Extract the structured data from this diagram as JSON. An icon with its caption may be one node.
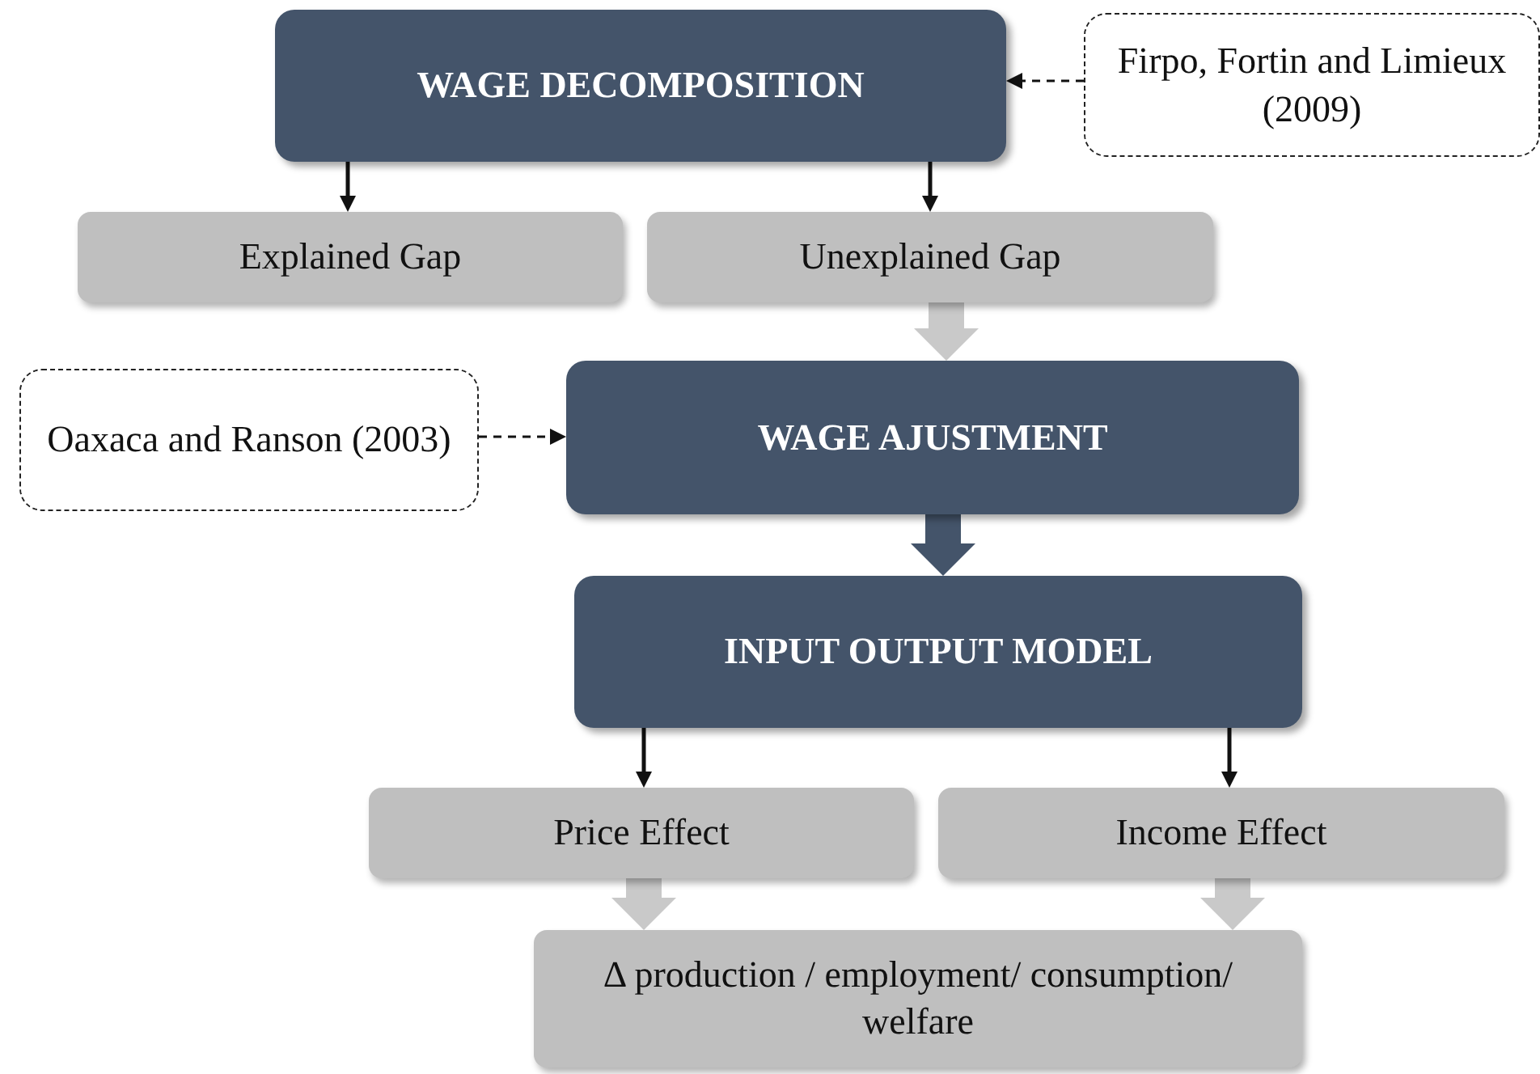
{
  "diagram": {
    "nodes": [
      {
        "text": [
          "WAGE DECOMPOSITION"
        ]
      },
      {
        "text": [
          "Firpo, Fortin and Limieux (2009)"
        ]
      },
      {
        "text": [
          "Explained Gap"
        ]
      },
      {
        "text": [
          "Unexplained Gap"
        ]
      },
      {
        "text": [
          "Oaxaca and Ranson (2003)"
        ]
      },
      {
        "text": [
          "WAGE AJUSTMENT"
        ]
      },
      {
        "text": [
          "INPUT OUTPUT MODEL"
        ]
      },
      {
        "text": [
          "Price Effect"
        ]
      },
      {
        "text": [
          "Income Effect"
        ]
      },
      {
        "text": [
          "Δ production / employment/ consumption/ welfare"
        ]
      }
    ],
    "edges": [
      {
        "from": 1,
        "to": 0,
        "arrow": "to",
        "style": "dashed"
      },
      {
        "from": 0,
        "to": 2,
        "arrow": "to"
      },
      {
        "from": 0,
        "to": 3,
        "arrow": "to"
      },
      {
        "from": 3,
        "to": 5,
        "arrow": "to",
        "style": "thick",
        "color": "#c9c9c9"
      },
      {
        "from": 4,
        "to": 5,
        "arrow": "to",
        "style": "dashed"
      },
      {
        "from": 5,
        "to": 6,
        "arrow": "to",
        "style": "thick",
        "color": "#44546a"
      },
      {
        "from": 6,
        "to": 7,
        "arrow": "to"
      },
      {
        "from": 6,
        "to": 8,
        "arrow": "to"
      },
      {
        "from": 7,
        "to": 9,
        "arrow": "to",
        "style": "thick",
        "color": "#c9c9c9"
      },
      {
        "from": 8,
        "to": 9,
        "arrow": "to",
        "style": "thick",
        "color": "#c9c9c9"
      }
    ]
  }
}
